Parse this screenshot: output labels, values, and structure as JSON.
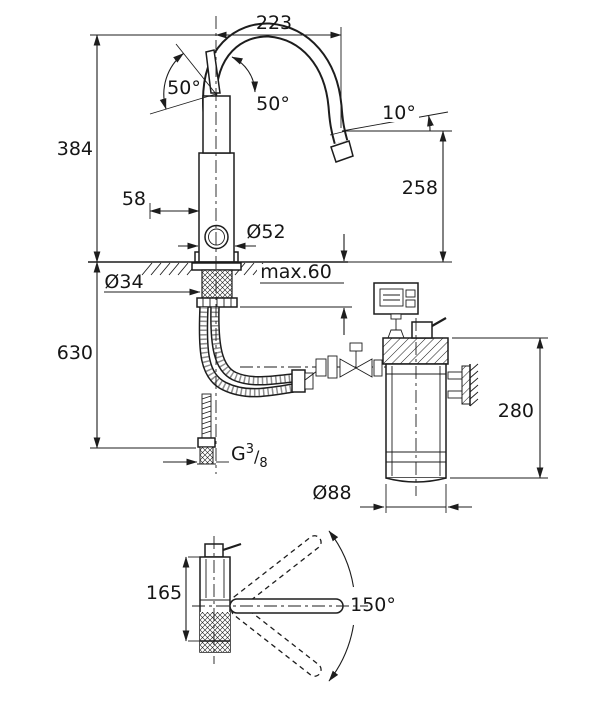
{
  "meta": {
    "background": "#ffffff",
    "ink": "#1d1d1d"
  },
  "dims": {
    "spout_reach": "223",
    "angle_handle_a": "50°",
    "angle_handle_b": "50°",
    "angle_outlet": "10°",
    "height_above_counter": "384",
    "offset_handle": "58",
    "outlet_height": "258",
    "body_diameter": "Ø52",
    "mount_hole_diameter": "Ø34",
    "max_counter_thickness": "max.60",
    "hose_length": "630",
    "cartridge_height": "280",
    "thread": {
      "g": "G",
      "num": "3",
      "slash": "/",
      "den": "8"
    },
    "cartridge_diameter": "Ø88",
    "base_section_height": "165",
    "swivel_angle": "150°"
  }
}
